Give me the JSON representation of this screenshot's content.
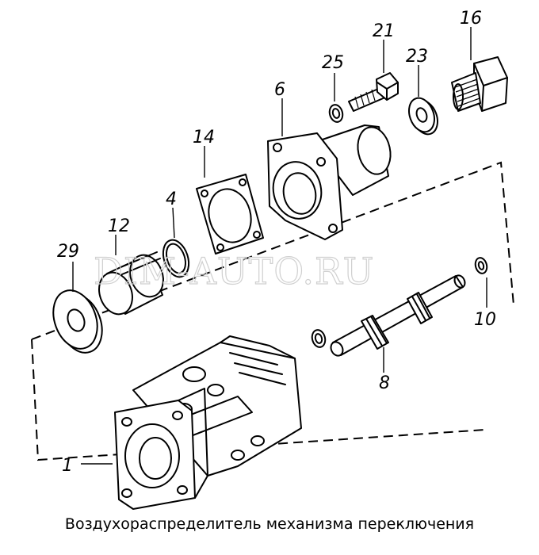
{
  "watermark": "DIM-AUTO.RU",
  "caption": "Воздухораспределитель механизма переключения",
  "callouts": {
    "c1": "1",
    "c4": "4",
    "c6": "6",
    "c8": "8",
    "c10": "10",
    "c12": "12",
    "c14": "14",
    "c16": "16",
    "c21": "21",
    "c23": "23",
    "c25": "25",
    "c29": "29"
  }
}
